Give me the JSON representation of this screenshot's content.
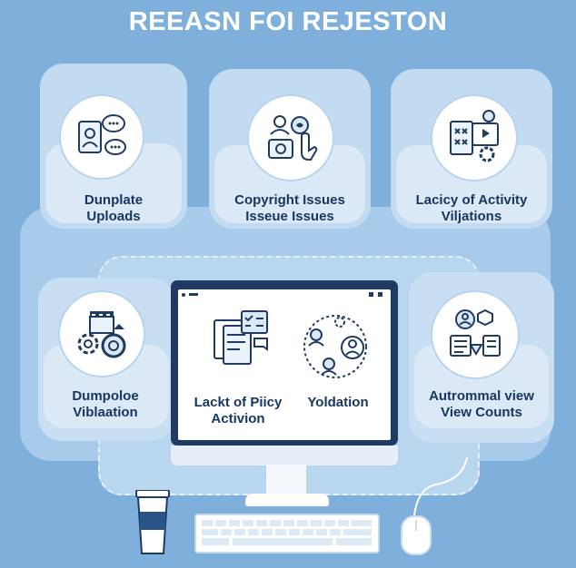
{
  "title": "REEASN FOI REJESTON",
  "cards": [
    {
      "line1": "Dunplate",
      "line2": "Uploads",
      "icon": "video-chat-icon"
    },
    {
      "line1": "Copyright Issues",
      "line2": "Isseue Issues",
      "icon": "copyright-hand-icon"
    },
    {
      "line1": "Lacicy of Activity",
      "line2": "Viljations",
      "icon": "activity-dashboard-icon"
    },
    {
      "line1": "Dumpoloe",
      "line2": "Viblaation",
      "icon": "gears-castle-icon"
    },
    {
      "line1": "Autrommal view",
      "line2": "View Counts",
      "icon": "view-count-funnel-icon"
    }
  ],
  "screen": {
    "left_line1": "Lackt of Piicy",
    "left_line2": "Activion",
    "right_text": "Yoldation",
    "left_icon": "policy-documents-icon",
    "right_icon": "people-network-icon"
  },
  "colors": {
    "background": "#7fb0dc",
    "card": "#c2dbf1",
    "text": "#16365f",
    "monitor": "#1f3b63"
  }
}
